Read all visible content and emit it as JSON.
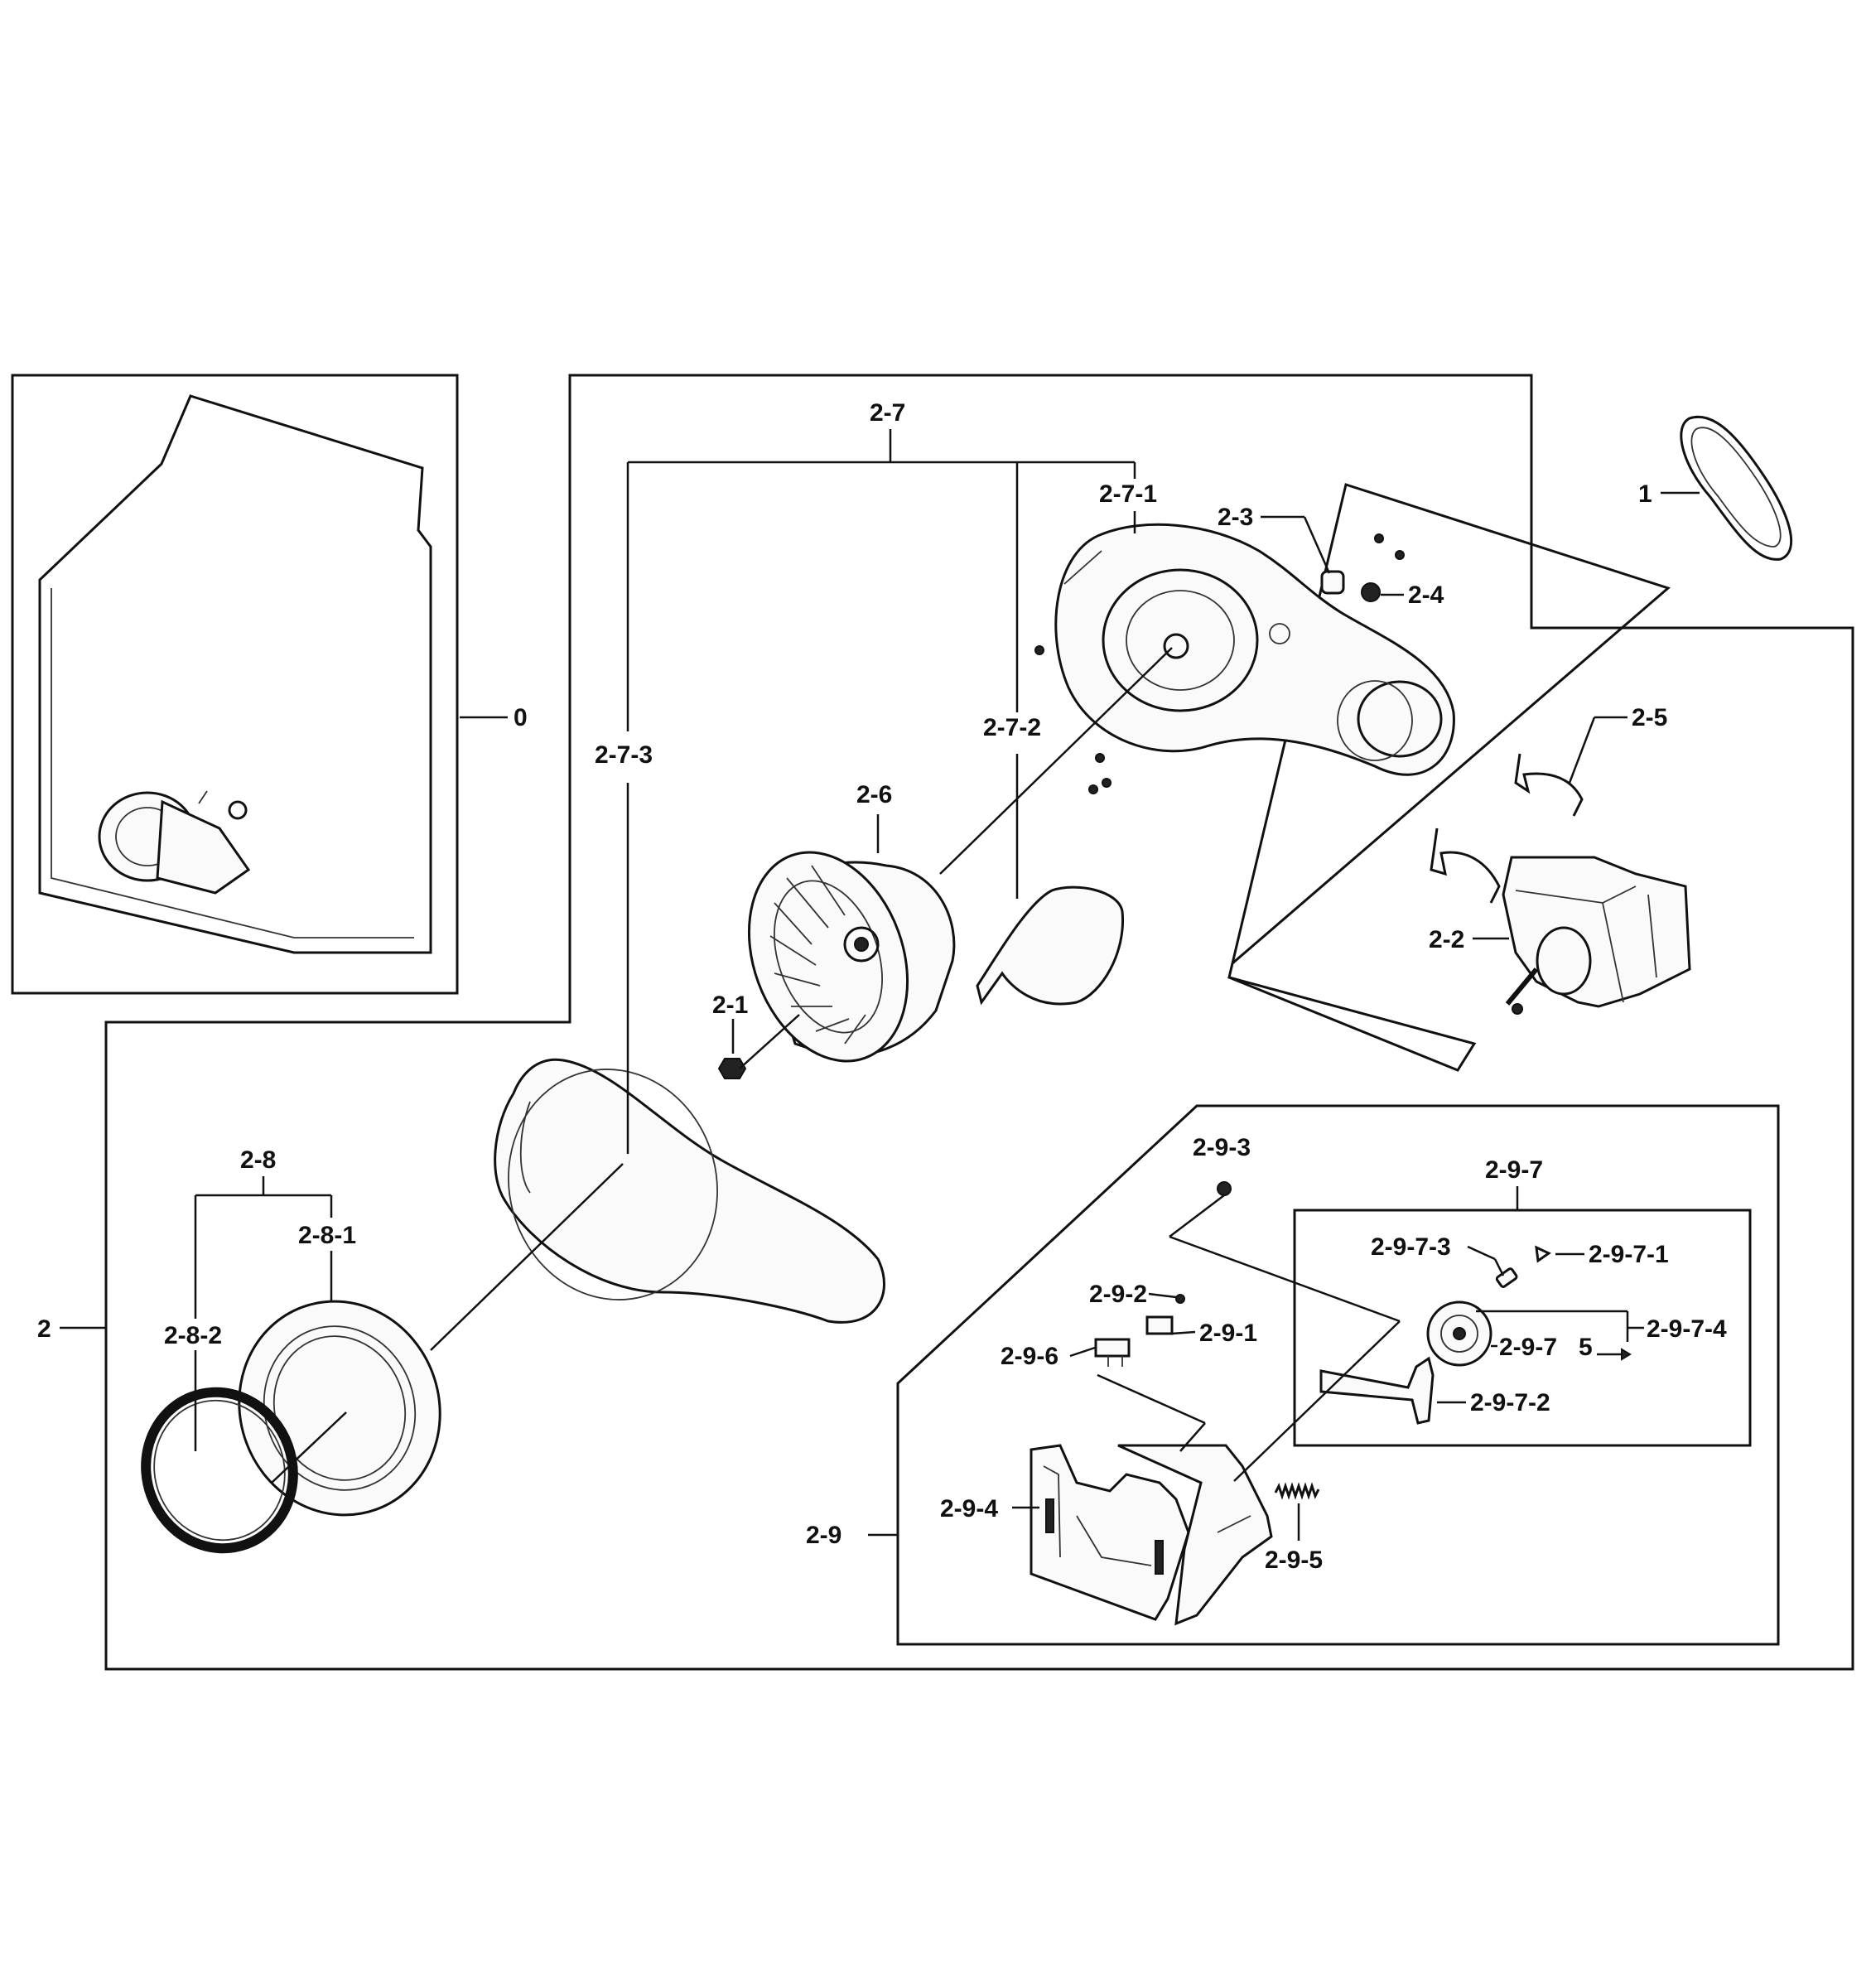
{
  "labels": {
    "l0": "0",
    "l1": "1",
    "l2": "2",
    "l2_1": "2-1",
    "l2_2": "2-2",
    "l2_3": "2-3",
    "l2_4": "2-4",
    "l2_5": "2-5",
    "l2_6": "2-6",
    "l2_7": "2-7",
    "l2_7_1": "2-7-1",
    "l2_7_2": "2-7-2",
    "l2_7_3": "2-7-3",
    "l2_8": "2-8",
    "l2_8_1": "2-8-1",
    "l2_8_2": "2-8-2",
    "l2_9": "2-9",
    "l2_9_1": "2-9-1",
    "l2_9_2": "2-9-2",
    "l2_9_3": "2-9-3",
    "l2_9_4": "2-9-4",
    "l2_9_5": "2-9-5",
    "l2_9_6": "2-9-6",
    "l2_9_7": "2-9-7",
    "l2_9_7_1": "2-9-7-1",
    "l2_9_7_2": "2-9-7-2",
    "l2_9_7_3": "2-9-7-3",
    "l2_9_7_4": "2-9-7-4",
    "l2_9_7_5a": "2-9-7",
    "l2_9_7_5b": "5"
  }
}
